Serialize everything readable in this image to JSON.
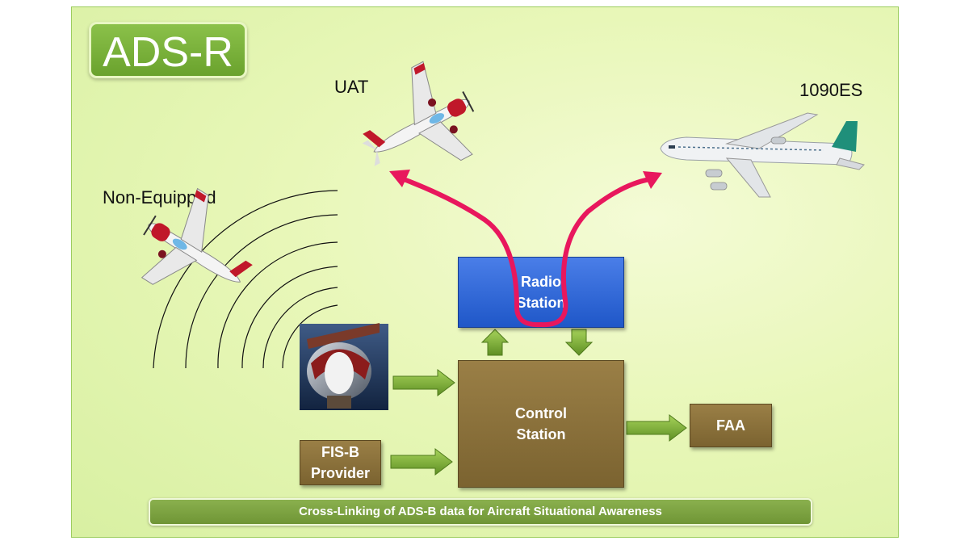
{
  "title": "ADS-R",
  "aircraft": {
    "uat_label": "UAT",
    "es_label": "1090ES",
    "non_equipped_label": "Non-Equipped"
  },
  "boxes": {
    "radio_station": [
      "Radio",
      "Station"
    ],
    "control_station": [
      "Control",
      "Station"
    ],
    "fis_b_provider": [
      "FIS-B",
      "Provider"
    ],
    "faa": "FAA"
  },
  "caption": "Cross-Linking of ADS-B data for Aircraft Situational Awareness",
  "colors": {
    "background": "#e8f7b8",
    "title_box": "#7ab33c",
    "olive_box": "#8a6f3b",
    "radio_box": "#2f66d8",
    "link_arrow": "#e8175d",
    "flow_arrow": "#7fb236"
  }
}
